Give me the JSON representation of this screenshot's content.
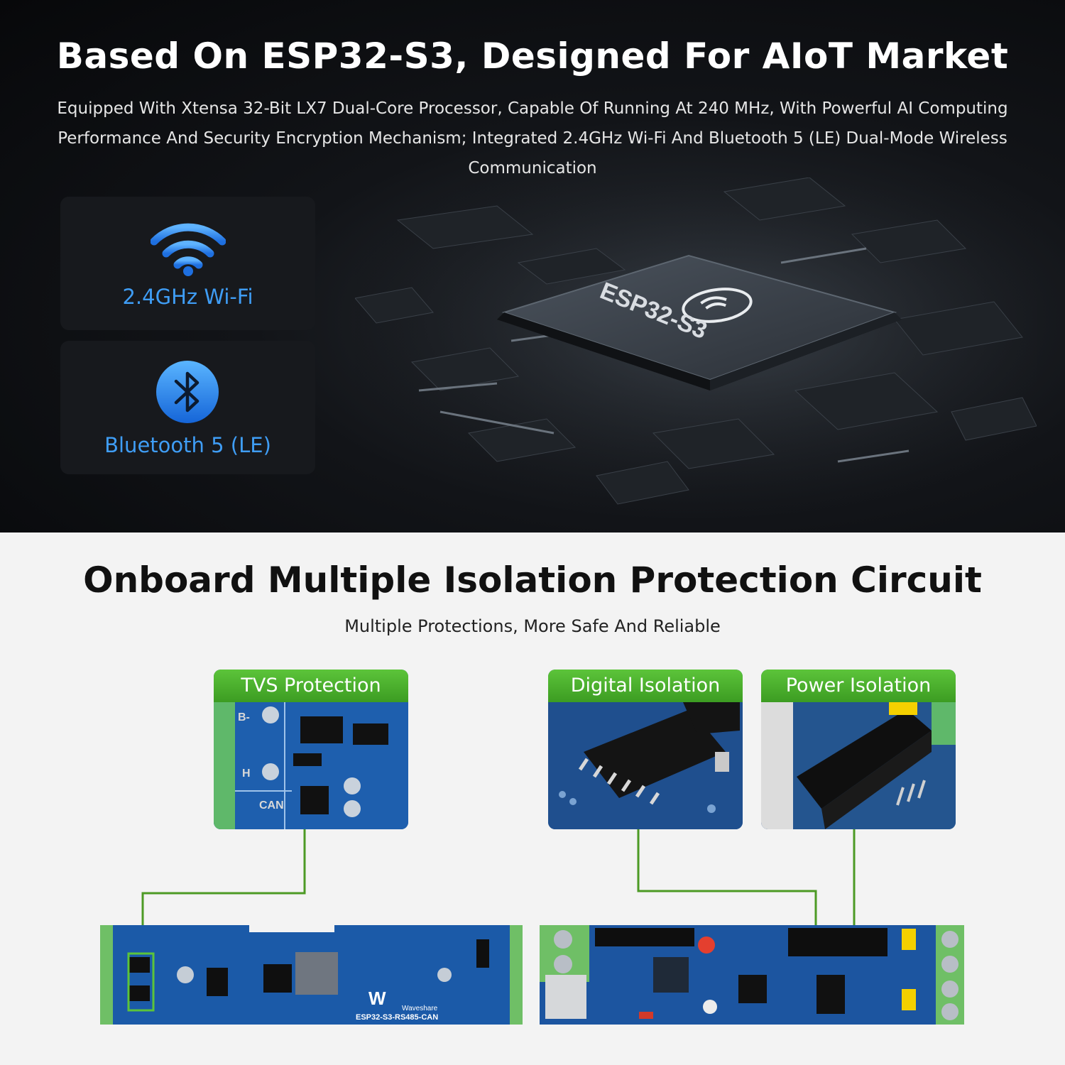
{
  "top": {
    "title": "Based On ESP32-S3, Designed For AIoT Market",
    "description": "Equipped With Xtensa 32-Bit LX7 Dual-Core Processor, Capable Of Running At 240 MHz, With Powerful AI Computing Performance And Security Encryption Mechanism; Integrated 2.4GHz Wi-Fi And Bluetooth 5 (LE) Dual-Mode Wireless Communication",
    "features": [
      {
        "label": "2.4GHz Wi-Fi",
        "icon": "wifi-icon"
      },
      {
        "label": "Bluetooth 5 (LE)",
        "icon": "bluetooth-icon"
      }
    ],
    "chip_marking": "ESP32-S3",
    "accent_color": "#3f9df5"
  },
  "bottom": {
    "title": "Onboard Multiple Isolation Protection Circuit",
    "subtitle": "Multiple Protections, More Safe And Reliable",
    "protections": [
      {
        "label": "TVS Protection"
      },
      {
        "label": "Digital Isolation"
      },
      {
        "label": "Power Isolation"
      }
    ],
    "board_front_text": "ESP32-S3-RS485-CAN",
    "board_brand": "Waveshare",
    "accent_color": "#4caf2f"
  }
}
